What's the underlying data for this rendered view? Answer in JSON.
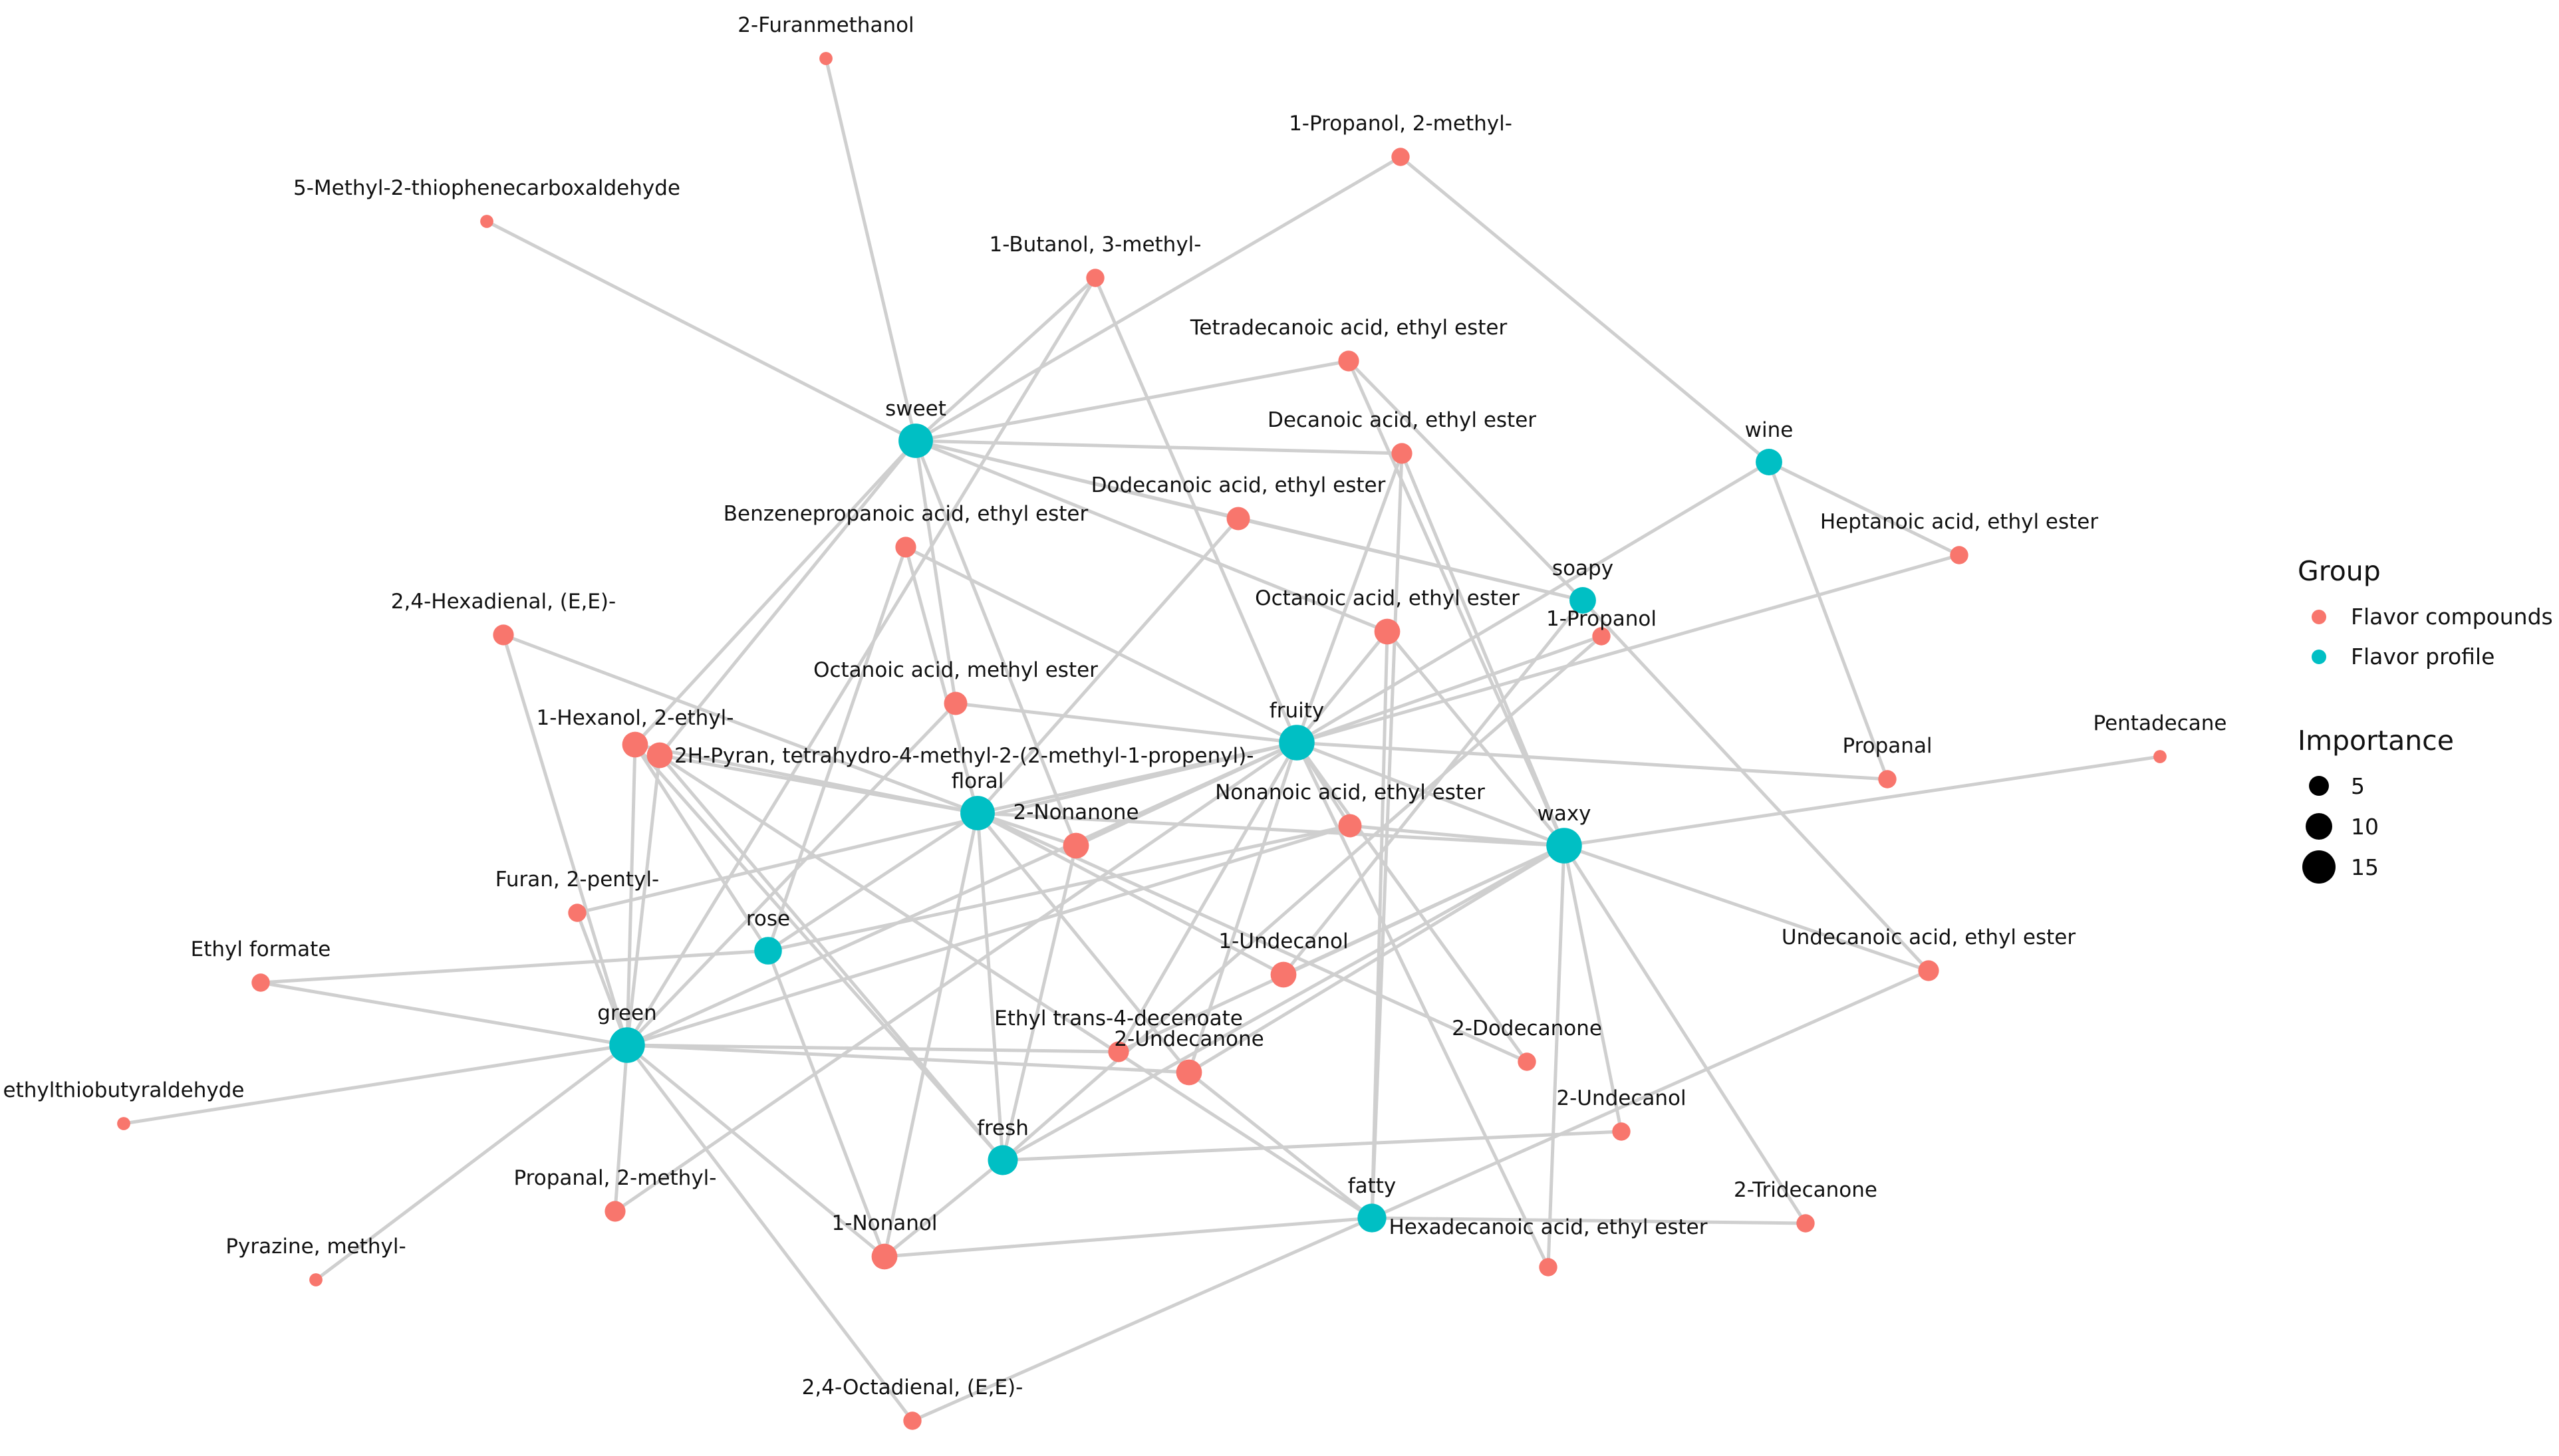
{
  "colors": {
    "flavor_compounds": "#f8766d",
    "flavor_profile": "#00bfc4",
    "edge": "#cfcfcf"
  },
  "legend": {
    "group_title": "Group",
    "groups": [
      {
        "label": "Flavor compounds",
        "key": "compound"
      },
      {
        "label": "Flavor profile",
        "key": "profile"
      }
    ],
    "importance_title": "Importance",
    "importance": [
      {
        "label": "5",
        "value": 5
      },
      {
        "label": "10",
        "value": 10
      },
      {
        "label": "15",
        "value": 15
      }
    ]
  },
  "nodes": [
    {
      "id": "sweet",
      "label": "sweet",
      "group": "profile",
      "importance": 14
    },
    {
      "id": "fruity",
      "label": "fruity",
      "group": "profile",
      "importance": 15
    },
    {
      "id": "floral",
      "label": "floral",
      "group": "profile",
      "importance": 14
    },
    {
      "id": "waxy",
      "label": "waxy",
      "group": "profile",
      "importance": 15
    },
    {
      "id": "green",
      "label": "green",
      "group": "profile",
      "importance": 15
    },
    {
      "id": "wine",
      "label": "wine",
      "group": "profile",
      "importance": 7
    },
    {
      "id": "soapy",
      "label": "soapy",
      "group": "profile",
      "importance": 7
    },
    {
      "id": "rose",
      "label": "rose",
      "group": "profile",
      "importance": 8
    },
    {
      "id": "fresh",
      "label": "fresh",
      "group": "profile",
      "importance": 10
    },
    {
      "id": "fatty",
      "label": "fatty",
      "group": "profile",
      "importance": 9
    },
    {
      "id": "furanmethanol",
      "label": "2-Furanmethanol",
      "group": "compound",
      "importance": 1
    },
    {
      "id": "propanol2methyl",
      "label": "1-Propanol, 2-methyl-",
      "group": "compound",
      "importance": 3
    },
    {
      "id": "methylthiophene",
      "label": "5-Methyl-2-thiophenecarboxaldehyde",
      "group": "compound",
      "importance": 1
    },
    {
      "id": "butanol3methyl",
      "label": "1-Butanol, 3-methyl-",
      "group": "compound",
      "importance": 3
    },
    {
      "id": "tetradecanoic",
      "label": "Tetradecanoic acid, ethyl ester",
      "group": "compound",
      "importance": 4
    },
    {
      "id": "decanoic",
      "label": "Decanoic acid, ethyl ester",
      "group": "compound",
      "importance": 4
    },
    {
      "id": "dodecanoic",
      "label": "Dodecanoic acid, ethyl ester",
      "group": "compound",
      "importance": 5
    },
    {
      "id": "benzenepropanoic",
      "label": "Benzenepropanoic acid, ethyl ester",
      "group": "compound",
      "importance": 4
    },
    {
      "id": "heptanoic",
      "label": "Heptanoic acid, ethyl ester",
      "group": "compound",
      "importance": 3
    },
    {
      "id": "hexadienal",
      "label": "2,4-Hexadienal, (E,E)-",
      "group": "compound",
      "importance": 4
    },
    {
      "id": "octanoic_ethyl",
      "label": "Octanoic acid, ethyl ester",
      "group": "compound",
      "importance": 6
    },
    {
      "id": "propanol1",
      "label": "1-Propanol",
      "group": "compound",
      "importance": 3
    },
    {
      "id": "octanoic_methyl",
      "label": "Octanoic acid, methyl ester",
      "group": "compound",
      "importance": 5
    },
    {
      "id": "hexanol2ethyl",
      "label": "1-Hexanol, 2-ethyl-",
      "group": "compound",
      "importance": 6
    },
    {
      "id": "pyran",
      "label": "2H-Pyran, tetrahydro-4-methyl-2-(2-methyl-1-propenyl)-",
      "group": "compound",
      "importance": 6
    },
    {
      "id": "pentadecane",
      "label": "Pentadecane",
      "group": "compound",
      "importance": 1
    },
    {
      "id": "propanal",
      "label": "Propanal",
      "group": "compound",
      "importance": 3
    },
    {
      "id": "nonanone2",
      "label": "2-Nonanone",
      "group": "compound",
      "importance": 6
    },
    {
      "id": "nonanoic",
      "label": "Nonanoic acid, ethyl ester",
      "group": "compound",
      "importance": 5
    },
    {
      "id": "pentylfuran",
      "label": "Furan, 2-pentyl-",
      "group": "compound",
      "importance": 3
    },
    {
      "id": "ethylformate",
      "label": "Ethyl formate",
      "group": "compound",
      "importance": 3
    },
    {
      "id": "undecanol1",
      "label": "1-Undecanol",
      "group": "compound",
      "importance": 6
    },
    {
      "id": "undecanoic",
      "label": "Undecanoic acid, ethyl ester",
      "group": "compound",
      "importance": 4
    },
    {
      "id": "decenoate",
      "label": "Ethyl trans-4-decenoate",
      "group": "compound",
      "importance": 4
    },
    {
      "id": "undecanone2",
      "label": "2-Undecanone",
      "group": "compound",
      "importance": 6
    },
    {
      "id": "dodecanone2",
      "label": "2-Dodecanone",
      "group": "compound",
      "importance": 3
    },
    {
      "id": "thiobutyraldehyde",
      "label": "ethylthiobutyraldehyde",
      "group": "compound",
      "importance": 1
    },
    {
      "id": "undecanol2",
      "label": "2-Undecanol",
      "group": "compound",
      "importance": 3
    },
    {
      "id": "propanal2methyl",
      "label": "Propanal, 2-methyl-",
      "group": "compound",
      "importance": 4
    },
    {
      "id": "tridecanone2",
      "label": "2-Tridecanone",
      "group": "compound",
      "importance": 3
    },
    {
      "id": "nonanol1",
      "label": "1-Nonanol",
      "group": "compound",
      "importance": 6
    },
    {
      "id": "hexadecanoic",
      "label": "Hexadecanoic acid, ethyl ester",
      "group": "compound",
      "importance": 3
    },
    {
      "id": "methylpyrazine",
      "label": "Pyrazine, methyl-",
      "group": "compound",
      "importance": 1
    },
    {
      "id": "octadienal",
      "label": "2,4-Octadienal, (E,E)-",
      "group": "compound",
      "importance": 3
    }
  ],
  "edges": [
    [
      "furanmethanol",
      "sweet"
    ],
    [
      "propanol2methyl",
      "sweet"
    ],
    [
      "propanol2methyl",
      "wine"
    ],
    [
      "methylthiophene",
      "sweet"
    ],
    [
      "butanol3methyl",
      "sweet"
    ],
    [
      "butanol3methyl",
      "fruity"
    ],
    [
      "butanol3methyl",
      "green"
    ],
    [
      "tetradecanoic",
      "sweet"
    ],
    [
      "tetradecanoic",
      "waxy"
    ],
    [
      "tetradecanoic",
      "soapy"
    ],
    [
      "decanoic",
      "sweet"
    ],
    [
      "decanoic",
      "fruity"
    ],
    [
      "decanoic",
      "waxy"
    ],
    [
      "decanoic",
      "fatty"
    ],
    [
      "dodecanoic",
      "sweet"
    ],
    [
      "dodecanoic",
      "soapy"
    ],
    [
      "dodecanoic",
      "floral"
    ],
    [
      "benzenepropanoic",
      "rose"
    ],
    [
      "benzenepropanoic",
      "fruity"
    ],
    [
      "benzenepropanoic",
      "floral"
    ],
    [
      "heptanoic",
      "wine"
    ],
    [
      "heptanoic",
      "fruity"
    ],
    [
      "hexadienal",
      "green"
    ],
    [
      "hexadienal",
      "floral"
    ],
    [
      "octanoic_ethyl",
      "fruity"
    ],
    [
      "octanoic_ethyl",
      "waxy"
    ],
    [
      "octanoic_ethyl",
      "fatty"
    ],
    [
      "octanoic_ethyl",
      "sweet"
    ],
    [
      "propanol1",
      "fruity"
    ],
    [
      "propanol1",
      "fresh"
    ],
    [
      "octanoic_methyl",
      "sweet"
    ],
    [
      "octanoic_methyl",
      "fruity"
    ],
    [
      "octanoic_methyl",
      "green"
    ],
    [
      "hexanol2ethyl",
      "sweet"
    ],
    [
      "hexanol2ethyl",
      "green"
    ],
    [
      "hexanol2ethyl",
      "rose"
    ],
    [
      "hexanol2ethyl",
      "fresh"
    ],
    [
      "hexanol2ethyl",
      "floral"
    ],
    [
      "pyran",
      "green"
    ],
    [
      "pyran",
      "floral"
    ],
    [
      "pyran",
      "fresh"
    ],
    [
      "pyran",
      "sweet"
    ],
    [
      "pyran",
      "fatty"
    ],
    [
      "pentadecane",
      "waxy"
    ],
    [
      "propanal",
      "fruity"
    ],
    [
      "propanal",
      "wine"
    ],
    [
      "nonanone2",
      "fruity"
    ],
    [
      "nonanone2",
      "sweet"
    ],
    [
      "nonanone2",
      "fresh"
    ],
    [
      "nonanone2",
      "floral"
    ],
    [
      "nonanoic",
      "fruity"
    ],
    [
      "nonanoic",
      "waxy"
    ],
    [
      "nonanoic",
      "rose"
    ],
    [
      "nonanoic",
      "green"
    ],
    [
      "pentylfuran",
      "fruity"
    ],
    [
      "pentylfuran",
      "green"
    ],
    [
      "ethylformate",
      "rose"
    ],
    [
      "ethylformate",
      "green"
    ],
    [
      "undecanol1",
      "floral"
    ],
    [
      "undecanol1",
      "soapy"
    ],
    [
      "undecanol1",
      "waxy"
    ],
    [
      "undecanoic",
      "soapy"
    ],
    [
      "undecanoic",
      "waxy"
    ],
    [
      "undecanoic",
      "fatty"
    ],
    [
      "decenoate",
      "fruity"
    ],
    [
      "decenoate",
      "green"
    ],
    [
      "decenoate",
      "waxy"
    ],
    [
      "undecanone2",
      "fruity"
    ],
    [
      "undecanone2",
      "floral"
    ],
    [
      "undecanone2",
      "green"
    ],
    [
      "undecanone2",
      "waxy"
    ],
    [
      "undecanone2",
      "fatty"
    ],
    [
      "dodecanone2",
      "floral"
    ],
    [
      "dodecanone2",
      "fruity"
    ],
    [
      "thiobutyraldehyde",
      "green"
    ],
    [
      "undecanol2",
      "fresh"
    ],
    [
      "undecanol2",
      "waxy"
    ],
    [
      "propanal2methyl",
      "green"
    ],
    [
      "propanal2methyl",
      "fruity"
    ],
    [
      "tridecanone2",
      "fatty"
    ],
    [
      "tridecanone2",
      "waxy"
    ],
    [
      "nonanol1",
      "green"
    ],
    [
      "nonanol1",
      "rose"
    ],
    [
      "nonanol1",
      "fresh"
    ],
    [
      "nonanol1",
      "fatty"
    ],
    [
      "nonanol1",
      "floral"
    ],
    [
      "hexadecanoic",
      "waxy"
    ],
    [
      "hexadecanoic",
      "fruity"
    ],
    [
      "methylpyrazine",
      "green"
    ],
    [
      "octadienal",
      "green"
    ],
    [
      "octadienal",
      "fatty"
    ],
    [
      "sweet",
      "soapy"
    ],
    [
      "fruity",
      "floral"
    ],
    [
      "fruity",
      "waxy"
    ],
    [
      "fruity",
      "green"
    ],
    [
      "fruity",
      "wine"
    ],
    [
      "floral",
      "rose"
    ],
    [
      "floral",
      "fresh"
    ],
    [
      "floral",
      "waxy"
    ],
    [
      "waxy",
      "fresh"
    ]
  ]
}
